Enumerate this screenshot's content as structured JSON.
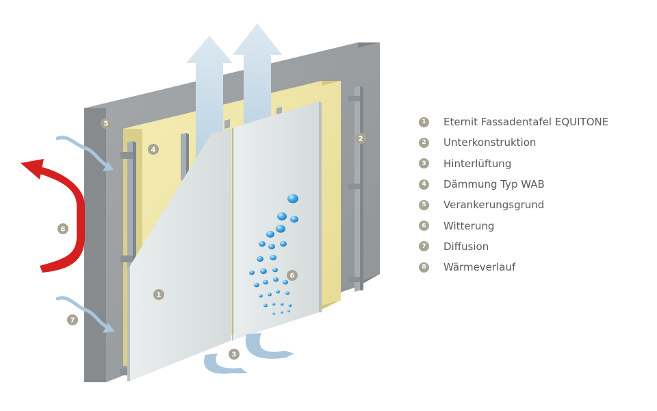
{
  "colors": {
    "concrete": "#999d9f",
    "insulation": "#efe6a3",
    "panel": "#dfe4e4",
    "rail": "#a6aeb3",
    "heat_arrow": "#d42020",
    "air_arrow": "#c5d8e6",
    "water": "#3f9fdc",
    "badge": "#a8a494",
    "legend_text": "#5a5a5a"
  },
  "callouts": [
    {
      "number": "1",
      "target": "Fassadentafel"
    },
    {
      "number": "2",
      "target": "Unterkonstruktion"
    },
    {
      "number": "3",
      "target": "Hinterlüftung"
    },
    {
      "number": "4",
      "target": "Dämmung"
    },
    {
      "number": "5",
      "target": "Verankerungsgrund"
    },
    {
      "number": "6",
      "target": "Witterung"
    },
    {
      "number": "7",
      "target": "Diffusion"
    },
    {
      "number": "8",
      "target": "Wärmeverlauf"
    }
  ],
  "legend": [
    {
      "number": "1",
      "label": "Eternit Fassadentafel EQUITONE"
    },
    {
      "number": "2",
      "label": "Unterkonstruktion"
    },
    {
      "number": "3",
      "label": "Hinterlüftung"
    },
    {
      "number": "4",
      "label": "Dämmung Typ WAB"
    },
    {
      "number": "5",
      "label": "Verankerungsgrund"
    },
    {
      "number": "6",
      "label": "Witterung"
    },
    {
      "number": "7",
      "label": "Diffusion"
    },
    {
      "number": "8",
      "label": "Wärmeverlauf"
    }
  ]
}
